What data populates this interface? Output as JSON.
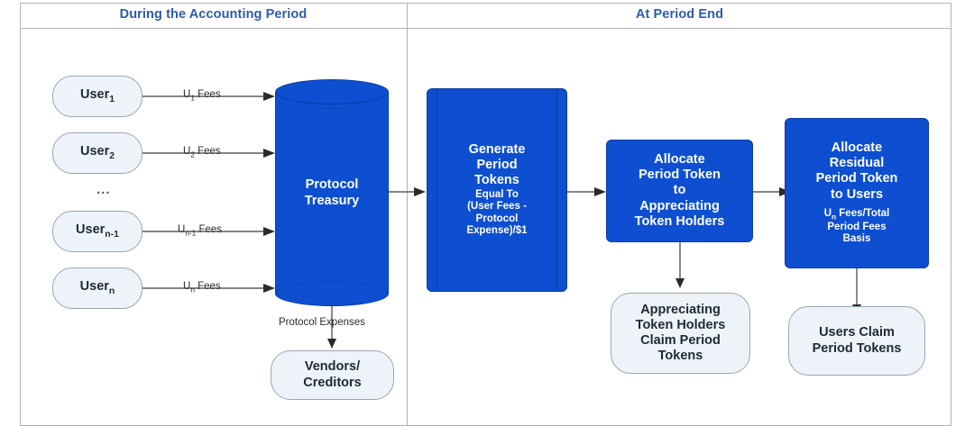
{
  "lanes": {
    "left_title": "During the Accounting Period",
    "right_title": "At Period End"
  },
  "colors": {
    "process_blue": "#0d4fd0",
    "process_border": "#0a3ca3",
    "lane_title_blue": "#2a5cab",
    "pill_fill": "#eef3fa",
    "pill_border": "#9aa5b1",
    "frame_border": "#b3b3b3"
  },
  "left_panel": {
    "users": [
      {
        "label_base": "User",
        "sub": "1",
        "edge_base": "U",
        "edge_sub": "1",
        "edge_suffix": " Fees"
      },
      {
        "label_base": "User",
        "sub": "2",
        "edge_base": "U",
        "edge_sub": "2",
        "edge_suffix": " Fees"
      },
      {
        "label_base": "User",
        "sub": "n-1",
        "edge_base": "U",
        "edge_sub": "n-1",
        "edge_suffix": " Fees"
      },
      {
        "label_base": "User",
        "sub": "n",
        "edge_base": "U",
        "edge_sub": "n",
        "edge_suffix": " Fees"
      }
    ],
    "ellipsis": "...",
    "treasury": {
      "line1": "Protocol",
      "line2": "Treasury"
    },
    "expense_edge_label": "Protocol Expenses",
    "vendors": {
      "line1": "Vendors/",
      "line2": "Creditors"
    }
  },
  "right_panel": {
    "generate": {
      "title_line1": "Generate",
      "title_line2": "Period",
      "title_line3": "Tokens",
      "sub_line1": "Equal To",
      "sub_line2": "(User Fees -",
      "sub_line3": "Protocol",
      "sub_line4": "Expense)/$1"
    },
    "allocate_appreciating": {
      "line1": "Allocate",
      "line2": "Period Token",
      "line3": "to",
      "line4": "Appreciating",
      "line5": "Token Holders"
    },
    "allocate_residual": {
      "line1": "Allocate",
      "line2": "Residual",
      "line3": "Period Token",
      "line4": "to Users",
      "sub_base": "U",
      "sub_sub": "n",
      "sub_line1_rest": " Fees/Total",
      "sub_line2": "Period Fees",
      "sub_line3": "Basis"
    },
    "appreciating_claim": {
      "line1": "Appreciating",
      "line2": "Token Holders",
      "line3": "Claim Period",
      "line4": "Tokens"
    },
    "users_claim": {
      "line1": "Users Claim",
      "line2": "Period Tokens"
    }
  }
}
